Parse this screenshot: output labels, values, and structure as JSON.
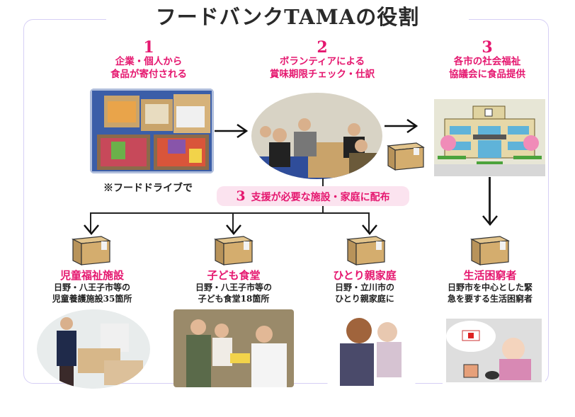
{
  "title": "フードバンクTAMAの役割",
  "colors": {
    "accent": "#e5176f",
    "frame": "#d6cff5",
    "pill_bg": "#fbe3ef"
  },
  "steps": [
    {
      "number": "1",
      "line1": "企業・個人から",
      "line2": "食品が寄付される",
      "note": "※フードドライブで"
    },
    {
      "number": "2",
      "line1": "ボランティアによる",
      "line2": "賞味期限チェック・仕訳"
    },
    {
      "number": "3",
      "line1": "各市の社会福祉",
      "line2": "協議会に食品提供"
    }
  ],
  "distribution": {
    "number": "3",
    "label": "支援が必要な施設・家庭に配布"
  },
  "destinations": [
    {
      "title": "児童福祉施設",
      "line1": "日野・八王子市等の",
      "line2": "児童養護施設35箇所"
    },
    {
      "title": "子ども食堂",
      "line1": "日野・八王子市等の",
      "line2": "子ども食堂18箇所"
    },
    {
      "title": "ひとり親家庭",
      "line1": "日野・立川市の",
      "line2": "ひとり親家庭に"
    },
    {
      "title": "生活困窮者",
      "line1": "日野市を中心とした緊",
      "line2": "急を要する生活困窮者"
    }
  ],
  "icons": {
    "box": "cardboard-box-icon",
    "building": "welfare-council-building-icon",
    "arrow": "arrow-right-icon"
  }
}
